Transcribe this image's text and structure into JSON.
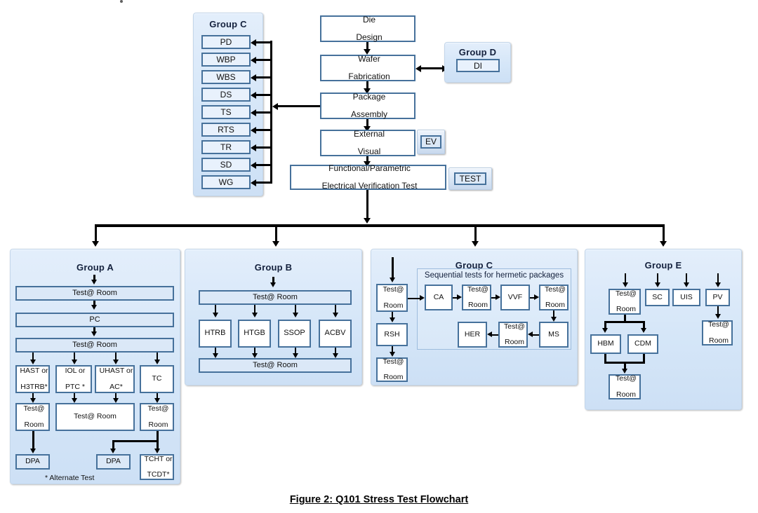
{
  "figure": {
    "caption": "Figure 2:  Q101 Stress Test Flowchart"
  },
  "top_flow": {
    "boxes": [
      {
        "id": "die-design",
        "line1": "Die",
        "line2": "Design"
      },
      {
        "id": "wafer-fabrication",
        "line1": "Wafer",
        "line2": "Fabrication"
      },
      {
        "id": "package-assembly",
        "line1": "Package",
        "line2": "Assembly"
      },
      {
        "id": "external-visual",
        "line1": "External",
        "line2": "Visual"
      },
      {
        "id": "electrical-test",
        "line1": "Functional/Parametric",
        "line2": "Electrical Verification Test"
      }
    ],
    "side_buttons": [
      {
        "id": "ev",
        "label": "EV"
      },
      {
        "id": "test",
        "label": "TEST"
      }
    ]
  },
  "group_c_top": {
    "title": "Group C",
    "items": [
      "PD",
      "WBP",
      "WBS",
      "DS",
      "TS",
      "RTS",
      "TR",
      "SD",
      "WG"
    ]
  },
  "group_d": {
    "title": "Group D",
    "items": [
      "DI"
    ]
  },
  "group_a": {
    "title": "Group A",
    "test_room_1": "Test@ Room",
    "pc": "PC",
    "test_room_2": "Test@ Room",
    "stress": [
      {
        "line1": "HAST or",
        "line2": "H3TRB*"
      },
      {
        "line1": "IOL or",
        "line2": "PTC *"
      },
      {
        "line1": "UHAST or",
        "line2": "AC*"
      },
      {
        "line1": "TC",
        "line2": ""
      }
    ],
    "test_room_left": {
      "line1": "Test@",
      "line2": "Room"
    },
    "test_room_middle": "Test@ Room",
    "test_room_right": {
      "line1": "Test@",
      "line2": "Room"
    },
    "dpa_left": "DPA",
    "dpa_mid": "DPA",
    "tcht": {
      "line1": "TCHT or",
      "line2": "TCDT*"
    },
    "footnote": "* Alternate Test"
  },
  "group_b": {
    "title": "Group B",
    "test_room_top": "Test@ Room",
    "stress": [
      "HTRB",
      "HTGB",
      "SSOP",
      "ACBV"
    ],
    "test_room_bottom": "Test@ Room"
  },
  "group_c_bottom": {
    "title": "Group C",
    "subpanel_title": "Sequential tests for hermetic packages",
    "left_chain": [
      {
        "line1": "Test@",
        "line2": "Room"
      },
      {
        "line1": "RSH",
        "line2": ""
      },
      {
        "line1": "Test@",
        "line2": "Room"
      }
    ],
    "row1": [
      {
        "line1": "CA",
        "line2": ""
      },
      {
        "line1": "Test@",
        "line2": "Room"
      },
      {
        "line1": "VVF",
        "line2": ""
      },
      {
        "line1": "Test@",
        "line2": "Room"
      }
    ],
    "row2": [
      {
        "line1": "HER",
        "line2": ""
      },
      {
        "line1": "Test@",
        "line2": "Room"
      },
      {
        "line1": "MS",
        "line2": ""
      }
    ]
  },
  "group_e": {
    "title": "Group E",
    "test_room_top": {
      "line1": "Test@",
      "line2": "Room"
    },
    "top_boxes": [
      "SC",
      "UIS",
      "PV"
    ],
    "esd": [
      "HBM",
      "CDM"
    ],
    "test_room_bottom": {
      "line1": "Test@",
      "line2": "Room"
    },
    "test_room_pv": {
      "line1": "Test@",
      "line2": "Room"
    }
  },
  "colors": {
    "panel_fill": "#d7e7f8",
    "box_border": "#46719b",
    "box_fill_blue": "#dbe8f7",
    "box_fill_white": "#ffffff",
    "connector": "#000000",
    "title_text": "#14213d"
  }
}
